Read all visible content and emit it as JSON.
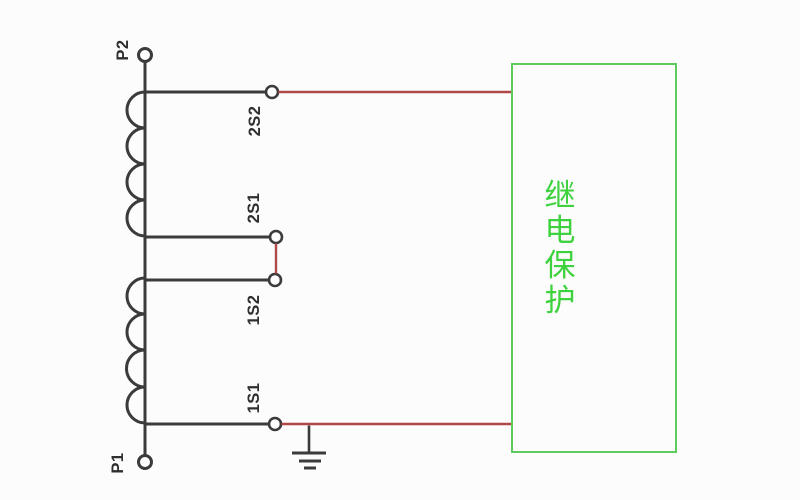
{
  "diagram": {
    "terminals": {
      "p2": "P2",
      "p1": "P1",
      "sec2_s2": "2S2",
      "sec2_s1": "2S1",
      "sec1_s2": "1S2",
      "sec1_s1": "1S1"
    },
    "relay_box": {
      "label": "继电保护",
      "chars": [
        "继",
        "电",
        "保",
        "护"
      ]
    },
    "colors": {
      "line_black": "#3b3b3b",
      "label_text": "#2f2f2f",
      "wire_red": "#b14848",
      "box_border": "#5ecb5e",
      "box_label_green": "#3ed23e",
      "background": "#fcfcfc",
      "terminal_fill": "#ffffff"
    }
  }
}
